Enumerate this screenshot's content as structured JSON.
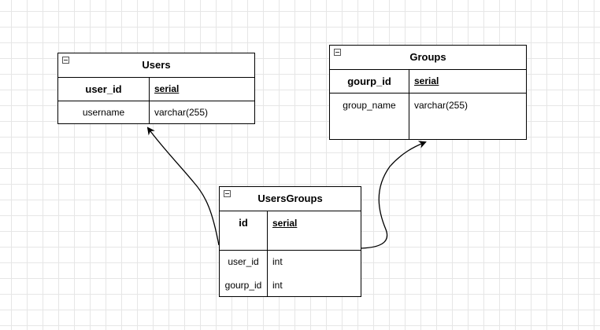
{
  "diagram": {
    "tables": {
      "users": {
        "title": "Users",
        "pk": {
          "name": "user_id",
          "type": "serial"
        },
        "fields": [
          {
            "name": "username",
            "type": "varchar(255)"
          }
        ]
      },
      "groups": {
        "title": "Groups",
        "pk": {
          "name": "gourp_id",
          "type": "serial"
        },
        "fields": [
          {
            "name": "group_name",
            "type": "varchar(255)"
          }
        ]
      },
      "users_groups": {
        "title": "UsersGroups",
        "pk": {
          "name": "id",
          "type": "serial"
        },
        "fields": [
          {
            "name": "user_id",
            "type": "int"
          },
          {
            "name": "gourp_id",
            "type": "int"
          }
        ]
      }
    },
    "relations": [
      {
        "from": "UsersGroups.user_id",
        "to": "Users"
      },
      {
        "from": "UsersGroups.gourp_id",
        "to": "Groups"
      }
    ]
  }
}
